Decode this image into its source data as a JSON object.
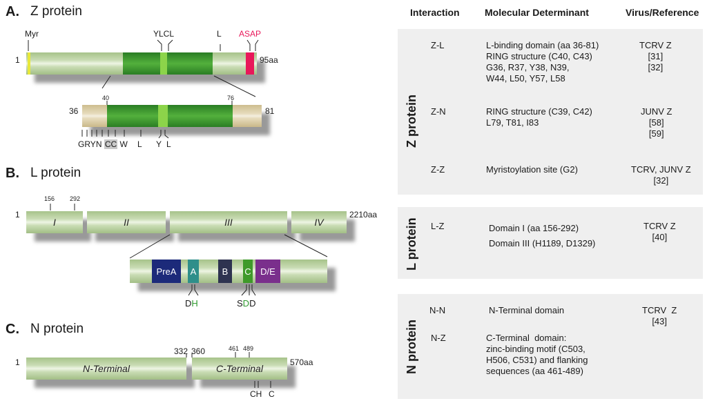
{
  "sections": {
    "z": {
      "letter": "A.",
      "title": "Z protein",
      "labels": {
        "myr": "Myr",
        "ylcl": "YLCL",
        "l": "L",
        "asap": "ASAP",
        "start": "1",
        "end": "95aa",
        "zoom_start": "36",
        "zoom_end": "81",
        "zoom_40": "40",
        "zoom_76": "76",
        "residues": [
          "G",
          "R",
          "Y",
          "N",
          "C",
          "C",
          "W",
          "L",
          "Y",
          "L"
        ]
      }
    },
    "l": {
      "letter": "B.",
      "title": "L protein",
      "labels": {
        "start": "1",
        "end": "2210aa",
        "t156": "156",
        "t292": "292",
        "domains": [
          "I",
          "II",
          "III",
          "IV"
        ],
        "motifs": [
          "PreA",
          "A",
          "B",
          "C",
          "D/E"
        ],
        "a_res": [
          "D",
          "H"
        ],
        "c_res": [
          "S",
          "D",
          "D"
        ]
      }
    },
    "n": {
      "letter": "C.",
      "title": "N protein",
      "labels": {
        "start": "1",
        "end": "570aa",
        "t332": "332",
        "t360": "360",
        "t461": "461",
        "t489": "489",
        "nterm": "N-Terminal",
        "cterm": "C-Terminal",
        "ch": "CH",
        "c": "C"
      }
    }
  },
  "table": {
    "headers": {
      "interaction": "Interaction",
      "determinant": "Molecular Determinant",
      "virus": "Virus/Reference"
    },
    "groups": [
      {
        "label": "Z protein",
        "rows": [
          {
            "interaction": "Z-L",
            "determinant": "L-binding domain (aa 36-81)\nRING structure (C40, C43)\nG36, R37, Y38, N39,\nW44, L50, Y57, L58",
            "virus": "TCRV Z\n[31]\n[32]"
          },
          {
            "interaction": "Z-N",
            "determinant": "RING structure (C39, C42)\nL79, T81, I83",
            "virus": "JUNV Z\n[58]\n[59]"
          },
          {
            "interaction": "Z-Z",
            "determinant": "Myristoylation site (G2)",
            "virus": "TCRV, JUNV Z\n[32]"
          }
        ]
      },
      {
        "label": "L protein",
        "rows": [
          {
            "interaction": "L-Z",
            "determinant": "Domain I (aa 156-292)\nDomain III (H1189, D1329)",
            "virus": "TCRV Z\n[40]"
          }
        ]
      },
      {
        "label": "N protein",
        "rows": [
          {
            "interaction": "N-N",
            "determinant": "N-Terminal domain",
            "virus": "TCRV  Z\n[43]"
          },
          {
            "interaction": "N-Z",
            "determinant": "C-Terminal  domain:\nzinc-binding motif (C503,\nH506, C531) and flanking\nsequences (aa 461-489)",
            "virus": ""
          }
        ]
      }
    ]
  },
  "colors": {
    "myr": "#e8e83a",
    "asap": "#e8185a",
    "dark_green": "#2e8b2a",
    "light_green": "#8cd44a",
    "prea": "#1c2a7a",
    "a": "#2f8f8a",
    "b": "#2e3350",
    "c": "#3f9a2a",
    "de": "#7a2f8c",
    "green_text": "#2f9a2f"
  }
}
